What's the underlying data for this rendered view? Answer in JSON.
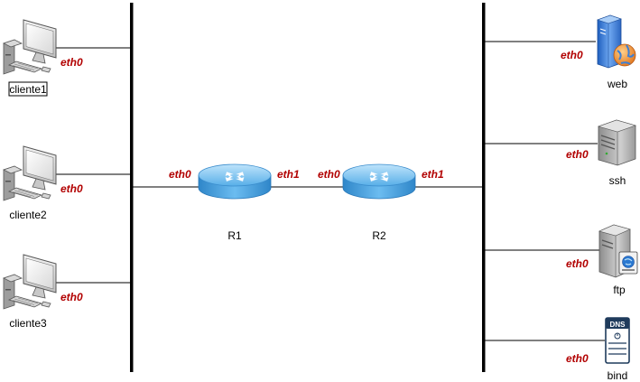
{
  "diagram": {
    "interface_label_color": "#b20000",
    "clients": [
      {
        "name": "cliente1",
        "iface": "eth0",
        "icon": "desktop-computer-icon",
        "selected": true
      },
      {
        "name": "cliente2",
        "iface": "eth0",
        "icon": "desktop-computer-icon",
        "selected": false
      },
      {
        "name": "cliente3",
        "iface": "eth0",
        "icon": "desktop-computer-icon",
        "selected": false
      }
    ],
    "routers": [
      {
        "name": "R1",
        "left_iface": "eth0",
        "right_iface": "eth1",
        "icon": "router-icon"
      },
      {
        "name": "R2",
        "left_iface": "eth0",
        "right_iface": "eth1",
        "icon": "router-icon"
      }
    ],
    "servers": [
      {
        "name": "web",
        "iface": "eth0",
        "icon": "web-server-icon"
      },
      {
        "name": "ssh",
        "iface": "eth0",
        "icon": "server-tower-icon"
      },
      {
        "name": "ftp",
        "iface": "eth0",
        "icon": "file-server-icon"
      },
      {
        "name": "bind",
        "iface": "eth0",
        "icon": "dns-server-icon",
        "badge": "DNS"
      }
    ]
  }
}
